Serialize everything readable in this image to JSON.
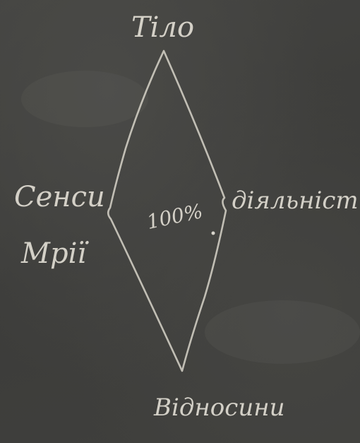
{
  "diagram": {
    "top_label": "Тіло",
    "left_label_1": "Сенси",
    "left_label_2": "Мрії",
    "right_label": "діяльність",
    "bottom_label": "Відносини",
    "center_label": "100%"
  },
  "colors": {
    "board": "#3f3f3d",
    "chalk": "#e8e4da"
  }
}
